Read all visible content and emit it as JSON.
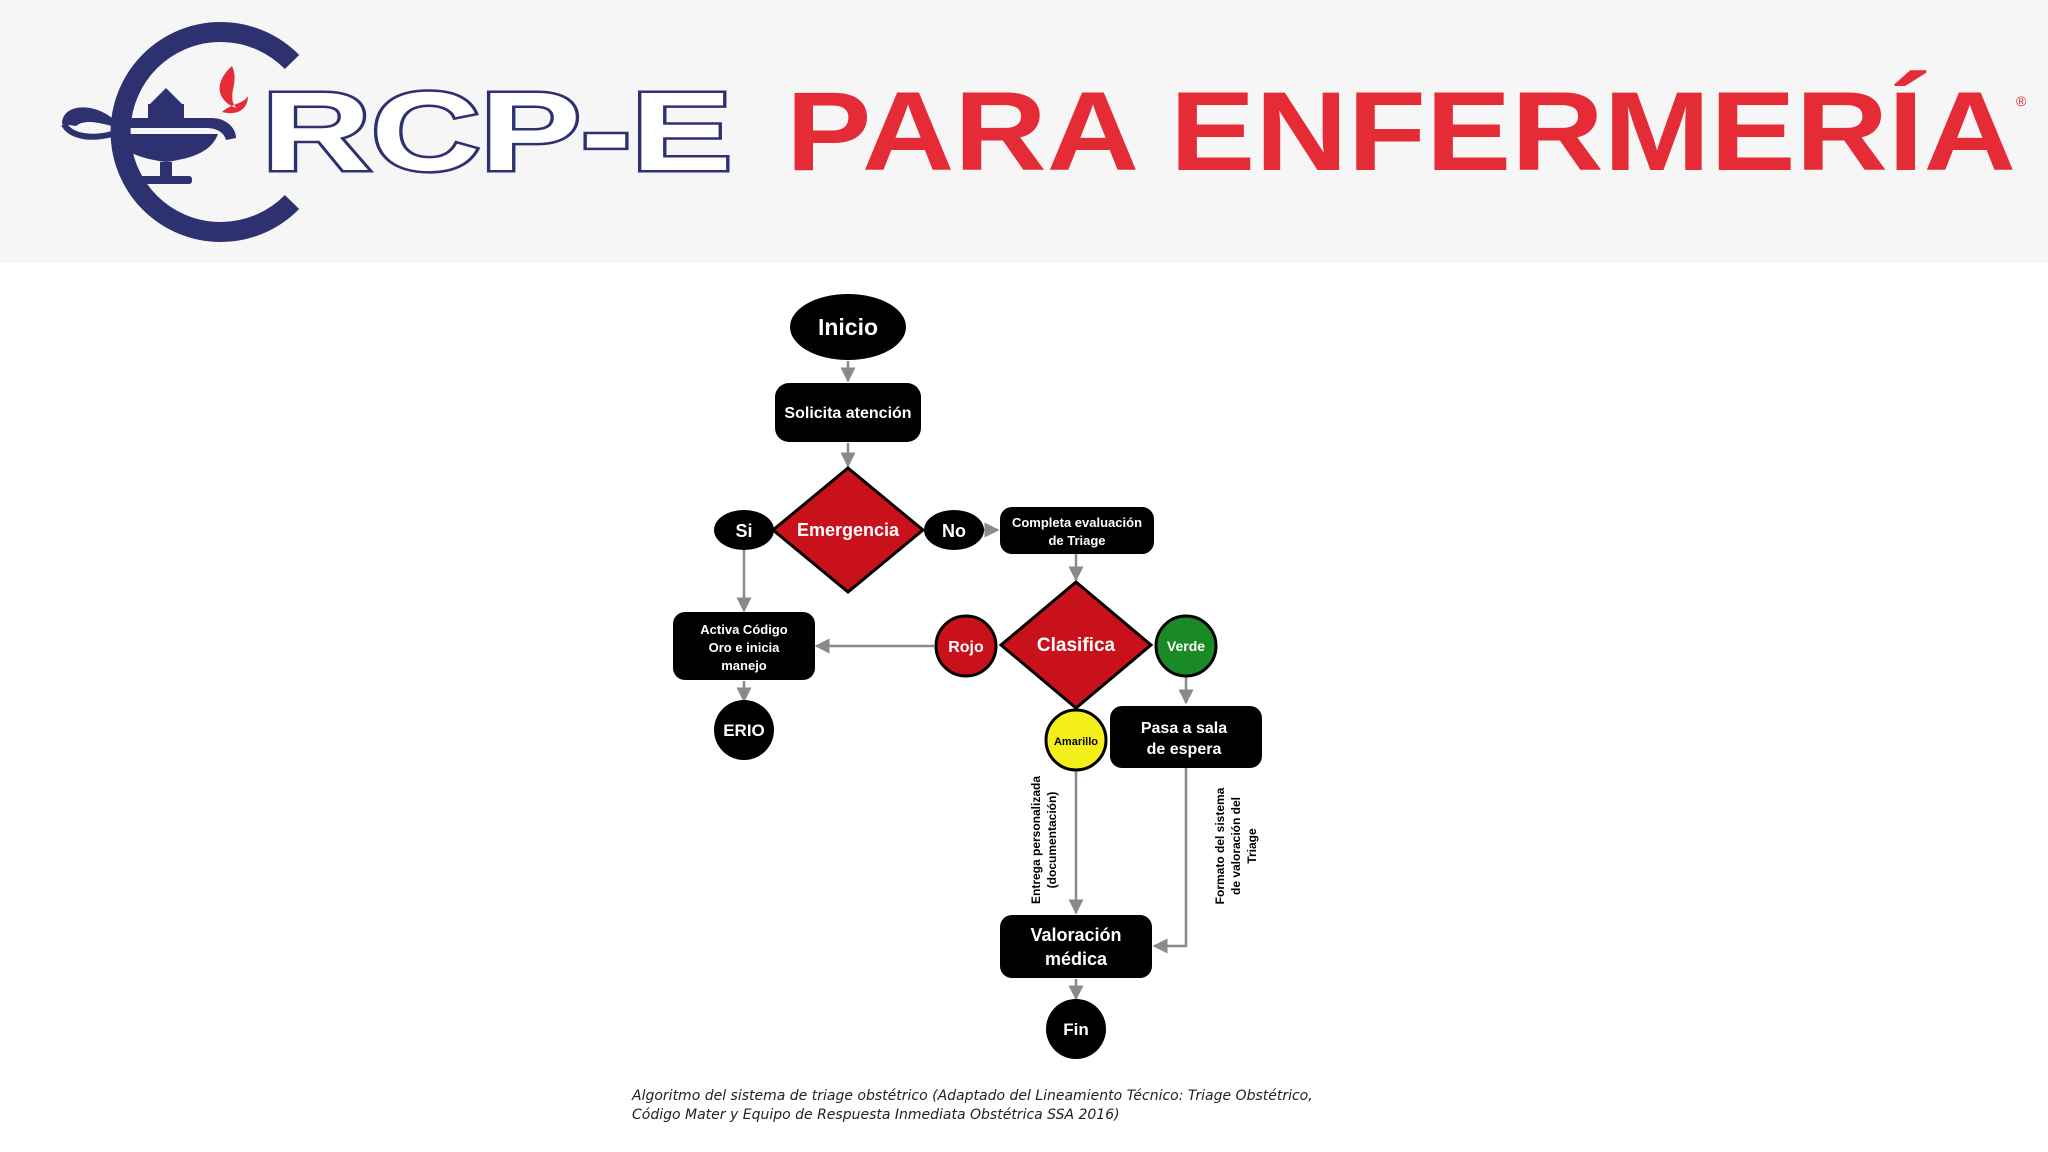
{
  "header": {
    "logo_text": "RCP-E",
    "title": "PARA ENFERMERÍA",
    "registered": "®",
    "colors": {
      "navy": "#2e3170",
      "red": "#e52b35",
      "band": "#f6f6f6"
    }
  },
  "flow": {
    "nodes": {
      "inicio": "Inicio",
      "solicita": "Solicita atención",
      "emergencia": "Emergencia",
      "si": "Si",
      "no": "No",
      "completa_1": "Completa evaluación",
      "completa_2": "de Triage",
      "activa_1": "Activa Código",
      "activa_2": "Oro e inicia",
      "activa_3": "manejo",
      "erio": "ERIO",
      "clasifica": "Clasifica",
      "rojo": "Rojo",
      "verde": "Verde",
      "amarillo": "Amarillo",
      "pasa_1": "Pasa a sala",
      "pasa_2": "de espera",
      "valoracion_1": "Valoración",
      "valoracion_2": "médica",
      "fin": "Fin"
    },
    "edge_labels": {
      "entrega_1": "Entrega personalizada",
      "entrega_2": "(documentación)",
      "formato_1": "Formato del sistema",
      "formato_2": "de valoración del",
      "formato_3": "Triage"
    },
    "colors": {
      "black": "#000000",
      "diamond_red": "#c8111a",
      "rojo": "#c8111a",
      "verde": "#1a8a26",
      "amarillo": "#f4ee1a",
      "arrow": "#8a8a8a"
    }
  },
  "caption": {
    "line1": "Algoritmo del sistema de triage obstétrico (Adaptado del Lineamiento Técnico: Triage Obstétrico,",
    "line2": "Código Mater y Equipo de Respuesta Inmediata Obstétrica SSA 2016)"
  }
}
